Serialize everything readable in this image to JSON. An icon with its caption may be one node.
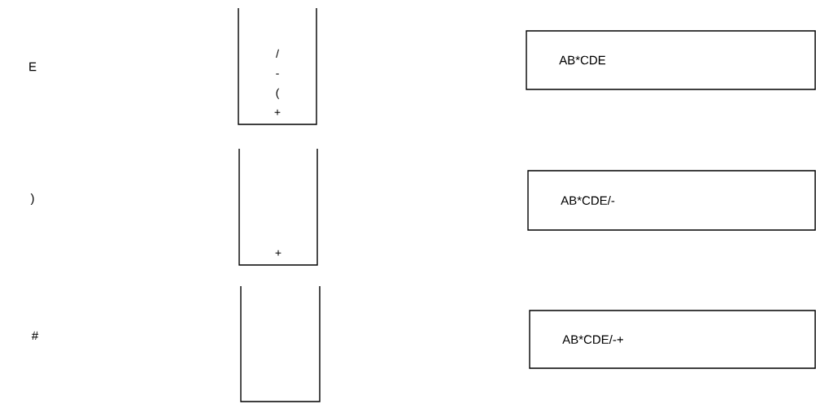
{
  "diagram": {
    "nodes": [
      {
        "text": [
          "/",
          "-",
          "(",
          "+"
        ]
      },
      {
        "text": [
          "AB*CDE"
        ]
      },
      {
        "text": [
          "+"
        ]
      },
      {
        "text": [
          "AB*CDE/-"
        ]
      },
      {
        "text": [],
        "shape": "box"
      },
      {
        "text": [
          "AB*CDE/-+"
        ]
      }
    ],
    "labels": [
      "E",
      ")",
      "#"
    ]
  }
}
